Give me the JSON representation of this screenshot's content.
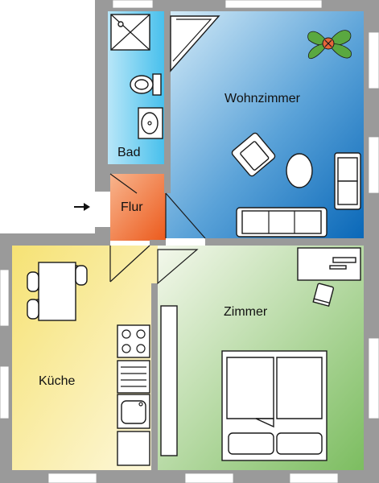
{
  "rooms": {
    "wohnzimmer": {
      "label": "Wohnzimmer"
    },
    "bad": {
      "label": "Bad"
    },
    "flur": {
      "label": "Flur"
    },
    "kueche": {
      "label": "Küche"
    },
    "zimmer": {
      "label": "Zimmer"
    }
  },
  "colors": {
    "wall": "#9a9a9a",
    "wohnzimmer_light": "#d6ecf8",
    "wohnzimmer_dark": "#0a68b8",
    "bad_light": "#b8e6f8",
    "bad_dark": "#45bfec",
    "flur_light": "#f8b58e",
    "flur_dark": "#ec5a1c",
    "kueche_light": "#fdf6cc",
    "kueche_dark": "#f6e274",
    "zimmer_light": "#f2f6e8",
    "zimmer_dark": "#7cbd60",
    "plant_leaf": "#5aa840",
    "plant_pot": "#e8663a"
  },
  "icons": {
    "entrance": "arrow-right-icon",
    "plant": "plant-icon"
  }
}
